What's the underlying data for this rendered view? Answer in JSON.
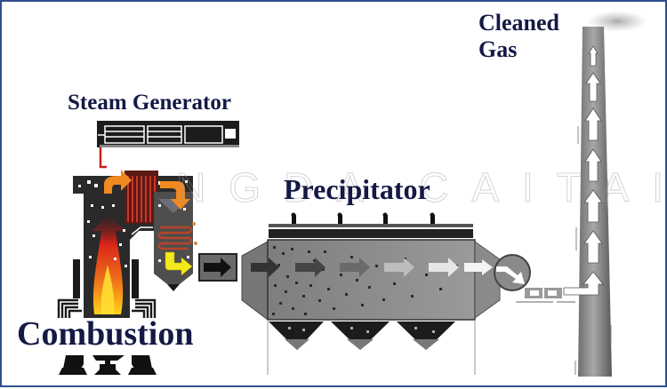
{
  "diagram": {
    "title_labels": {
      "steam_generator": "Steam Generator",
      "precipitator": "Precipitator",
      "combustion": "Combustion",
      "cleaned_gas_line1": "Cleaned",
      "cleaned_gas_line2": "Gas"
    },
    "watermark": "NGDA CAITAI",
    "stages": [
      {
        "id": "combustion",
        "label": "Combustion"
      },
      {
        "id": "steam-generator",
        "label": "Steam Generator"
      },
      {
        "id": "precipitator",
        "label": "Precipitator"
      },
      {
        "id": "fan",
        "label": ""
      },
      {
        "id": "stack",
        "label": "Cleaned Gas"
      }
    ],
    "colors": {
      "label_text": "#141a45",
      "border": "#2f4f8f",
      "boiler_body": "#2a2a2a",
      "flame_red": "#e0201a",
      "flame_orange": "#f07a1a",
      "arrow_orange": "#f08a20",
      "arrow_yellow": "#f2ea1a",
      "tube_red": "#a8281c",
      "precipitator_gray": "#8c8c8c",
      "stack_gray": "#888888"
    }
  }
}
